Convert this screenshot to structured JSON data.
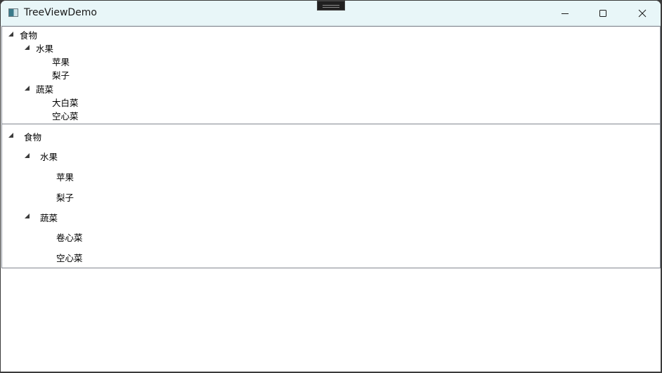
{
  "window": {
    "title": "TreeViewDemo",
    "icon": "app-window-icon",
    "caption_buttons": {
      "minimize": "minimize-icon",
      "maximize": "maximize-icon",
      "close": "close-icon"
    }
  },
  "tree1": {
    "root": {
      "label": "食物",
      "expanded": true,
      "children": [
        {
          "label": "水果",
          "expanded": true,
          "children": [
            {
              "label": "苹果"
            },
            {
              "label": "梨子"
            }
          ]
        },
        {
          "label": "蔬菜",
          "expanded": true,
          "children": [
            {
              "label": "大白菜"
            },
            {
              "label": "空心菜"
            }
          ]
        }
      ]
    }
  },
  "tree2": {
    "root": {
      "label": "食物",
      "expanded": true,
      "children": [
        {
          "label": "水果",
          "expanded": true,
          "children": [
            {
              "label": "苹果"
            },
            {
              "label": "梨子"
            }
          ]
        },
        {
          "label": "蔬菜",
          "expanded": true,
          "children": [
            {
              "label": "卷心菜"
            },
            {
              "label": "空心菜"
            }
          ]
        }
      ]
    }
  },
  "colors": {
    "titlebar_bg": "#e8f6f8",
    "tree_border": "#828790",
    "expander_arrow": "#3c3c3c"
  }
}
